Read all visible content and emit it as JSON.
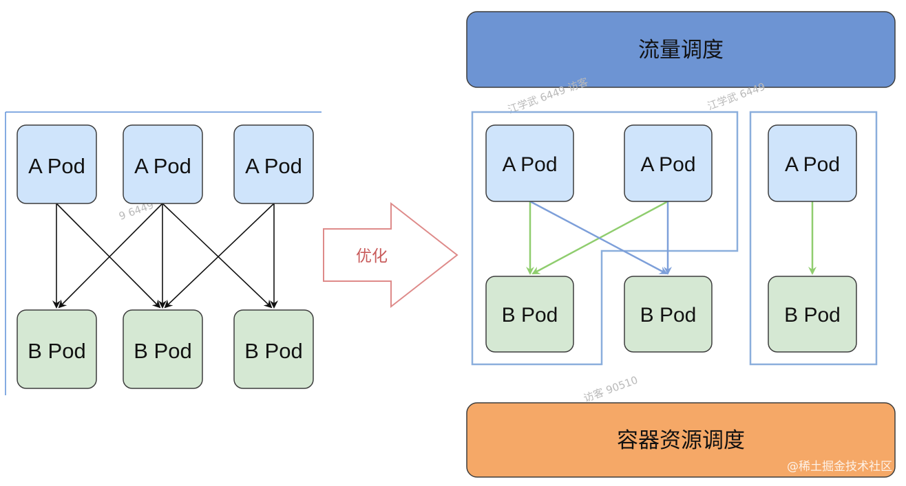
{
  "left_diagram": {
    "a_pods": [
      "A Pod",
      "A Pod",
      "A Pod"
    ],
    "b_pods": [
      "B Pod",
      "B Pod",
      "B Pod"
    ]
  },
  "transition_arrow": {
    "label": "优化"
  },
  "right_diagram": {
    "top_bar": {
      "label": "流量调度"
    },
    "group_1": {
      "a_pods": [
        "A Pod",
        "A Pod"
      ],
      "b_pods": [
        "B Pod",
        "B Pod"
      ]
    },
    "group_2": {
      "a_pods": [
        "A Pod"
      ],
      "b_pods": [
        "B Pod"
      ]
    },
    "bottom_bar": {
      "label": "容器资源调度"
    }
  },
  "watermark": {
    "text": "@稀土掘金技术社区"
  },
  "colors": {
    "a_pod_fill": "#cfe4fb",
    "b_pod_fill": "#d5e8d3",
    "pod_stroke": "#3c3c3c",
    "traffic_bar_fill": "#6d94d3",
    "resource_bar_fill": "#f5a867",
    "group_border": "#8aaedc",
    "green_arrow": "#8fcd6e",
    "blue_arrow": "#7d9fd9",
    "black_arrow": "#111111",
    "transition_arrow_stroke": "#de8a89"
  }
}
